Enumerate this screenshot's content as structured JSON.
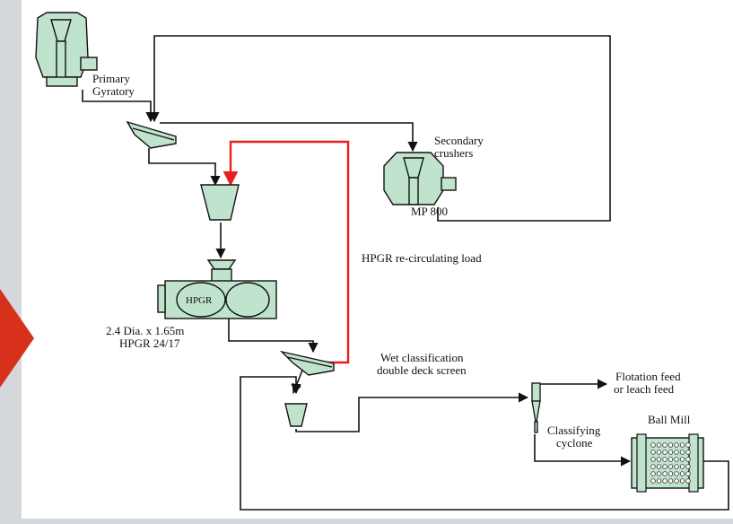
{
  "labels": {
    "primary_gyratory": [
      "Primary",
      "Gyratory"
    ],
    "secondary_crushers": [
      "Secondary",
      "crushers"
    ],
    "mp800": "MP 800",
    "hpgr_recirc": "HPGR re-circulating load",
    "hpgr_in_roll": "HPGR",
    "hpgr_size": [
      "2.4 Dia. x 1.65m",
      "HPGR 24/17"
    ],
    "wet_classification": [
      "Wet classification",
      "double deck screen"
    ],
    "flotation_feed": [
      "Flotation feed",
      "or leach feed"
    ],
    "classifying_cyclone": [
      "Classifying",
      "cyclone"
    ],
    "ball_mill": "Ball Mill"
  },
  "colors": {
    "equipment_fill": "#bfe3cd",
    "line": "#111111",
    "recirculating_line": "#e8201a",
    "accent_arrow": "#d8311b",
    "frame_gray": "#d4d8dd"
  }
}
